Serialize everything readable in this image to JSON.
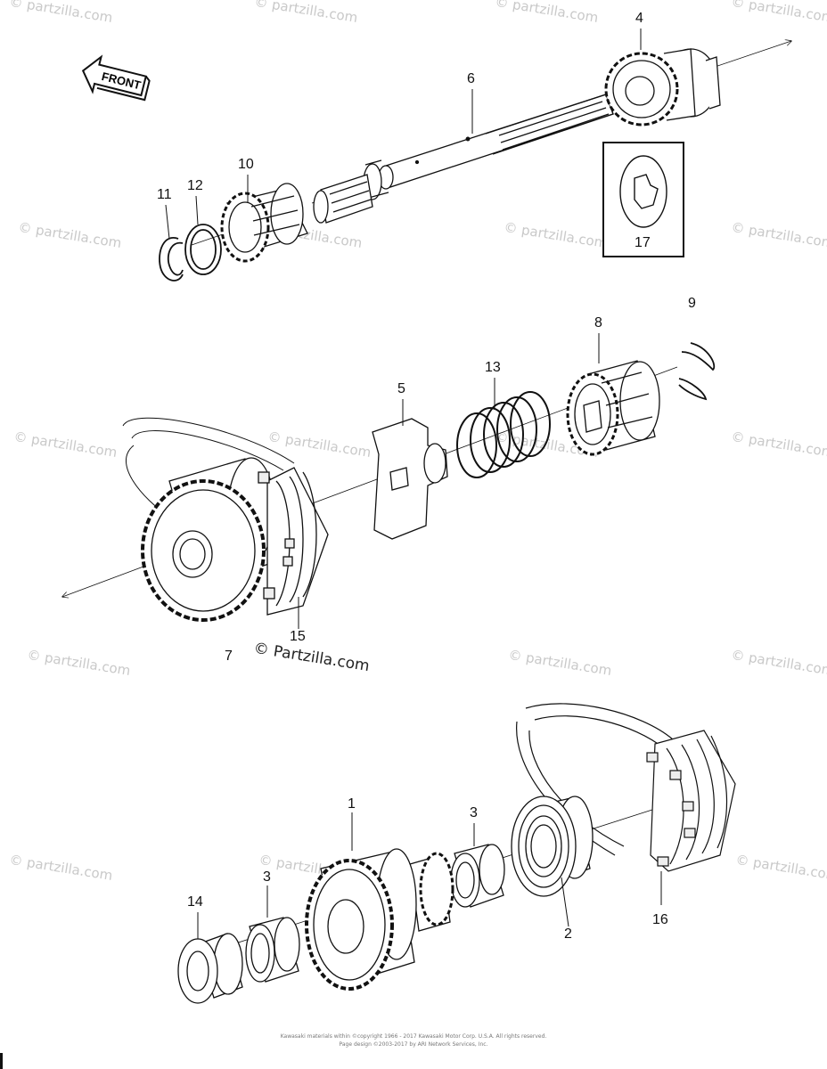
{
  "watermark": "© partzilla.com",
  "credit": "© Partzilla.com",
  "front_label": "FRONT",
  "callouts": {
    "c1": "1",
    "c2": "2",
    "c3a": "3",
    "c3b": "3",
    "c4": "4",
    "c5": "5",
    "c6": "6",
    "c7": "7",
    "c8": "8",
    "c9": "9",
    "c10": "10",
    "c11": "11",
    "c12": "12",
    "c13": "13",
    "c14": "14",
    "c15": "15",
    "c16": "16",
    "c17": "17"
  },
  "footer": {
    "line1": "Kawasaki materials within ©copyright 1966 - 2017 Kawasaki Motor Corp. U.S.A. All rights reserved.",
    "line2": "Page design ©2003-2017 by ARI Network Services, Inc."
  }
}
